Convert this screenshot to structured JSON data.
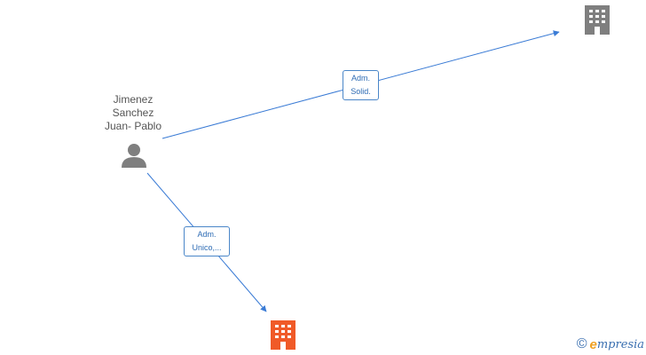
{
  "person": {
    "name_lines": [
      "Jimenez",
      "Sanchez",
      "Juan-  Pablo"
    ],
    "icon": "person-icon",
    "color": "#7f7f7f"
  },
  "companies": [
    {
      "id": "company-top",
      "icon": "building-icon",
      "color": "#7f7f7f"
    },
    {
      "id": "company-bottom",
      "icon": "building-icon",
      "color": "#f05a28"
    }
  ],
  "relations": [
    {
      "from": "person",
      "to": "company-top",
      "label_lines": [
        "Adm.",
        "Solid."
      ]
    },
    {
      "from": "person",
      "to": "company-bottom",
      "label_lines": [
        "Adm.",
        "Unico,..."
      ]
    }
  ],
  "edge_color": "#3a7bd5",
  "brand": {
    "copyright": "©",
    "e_letter": "e",
    "rest": "mpresia"
  }
}
